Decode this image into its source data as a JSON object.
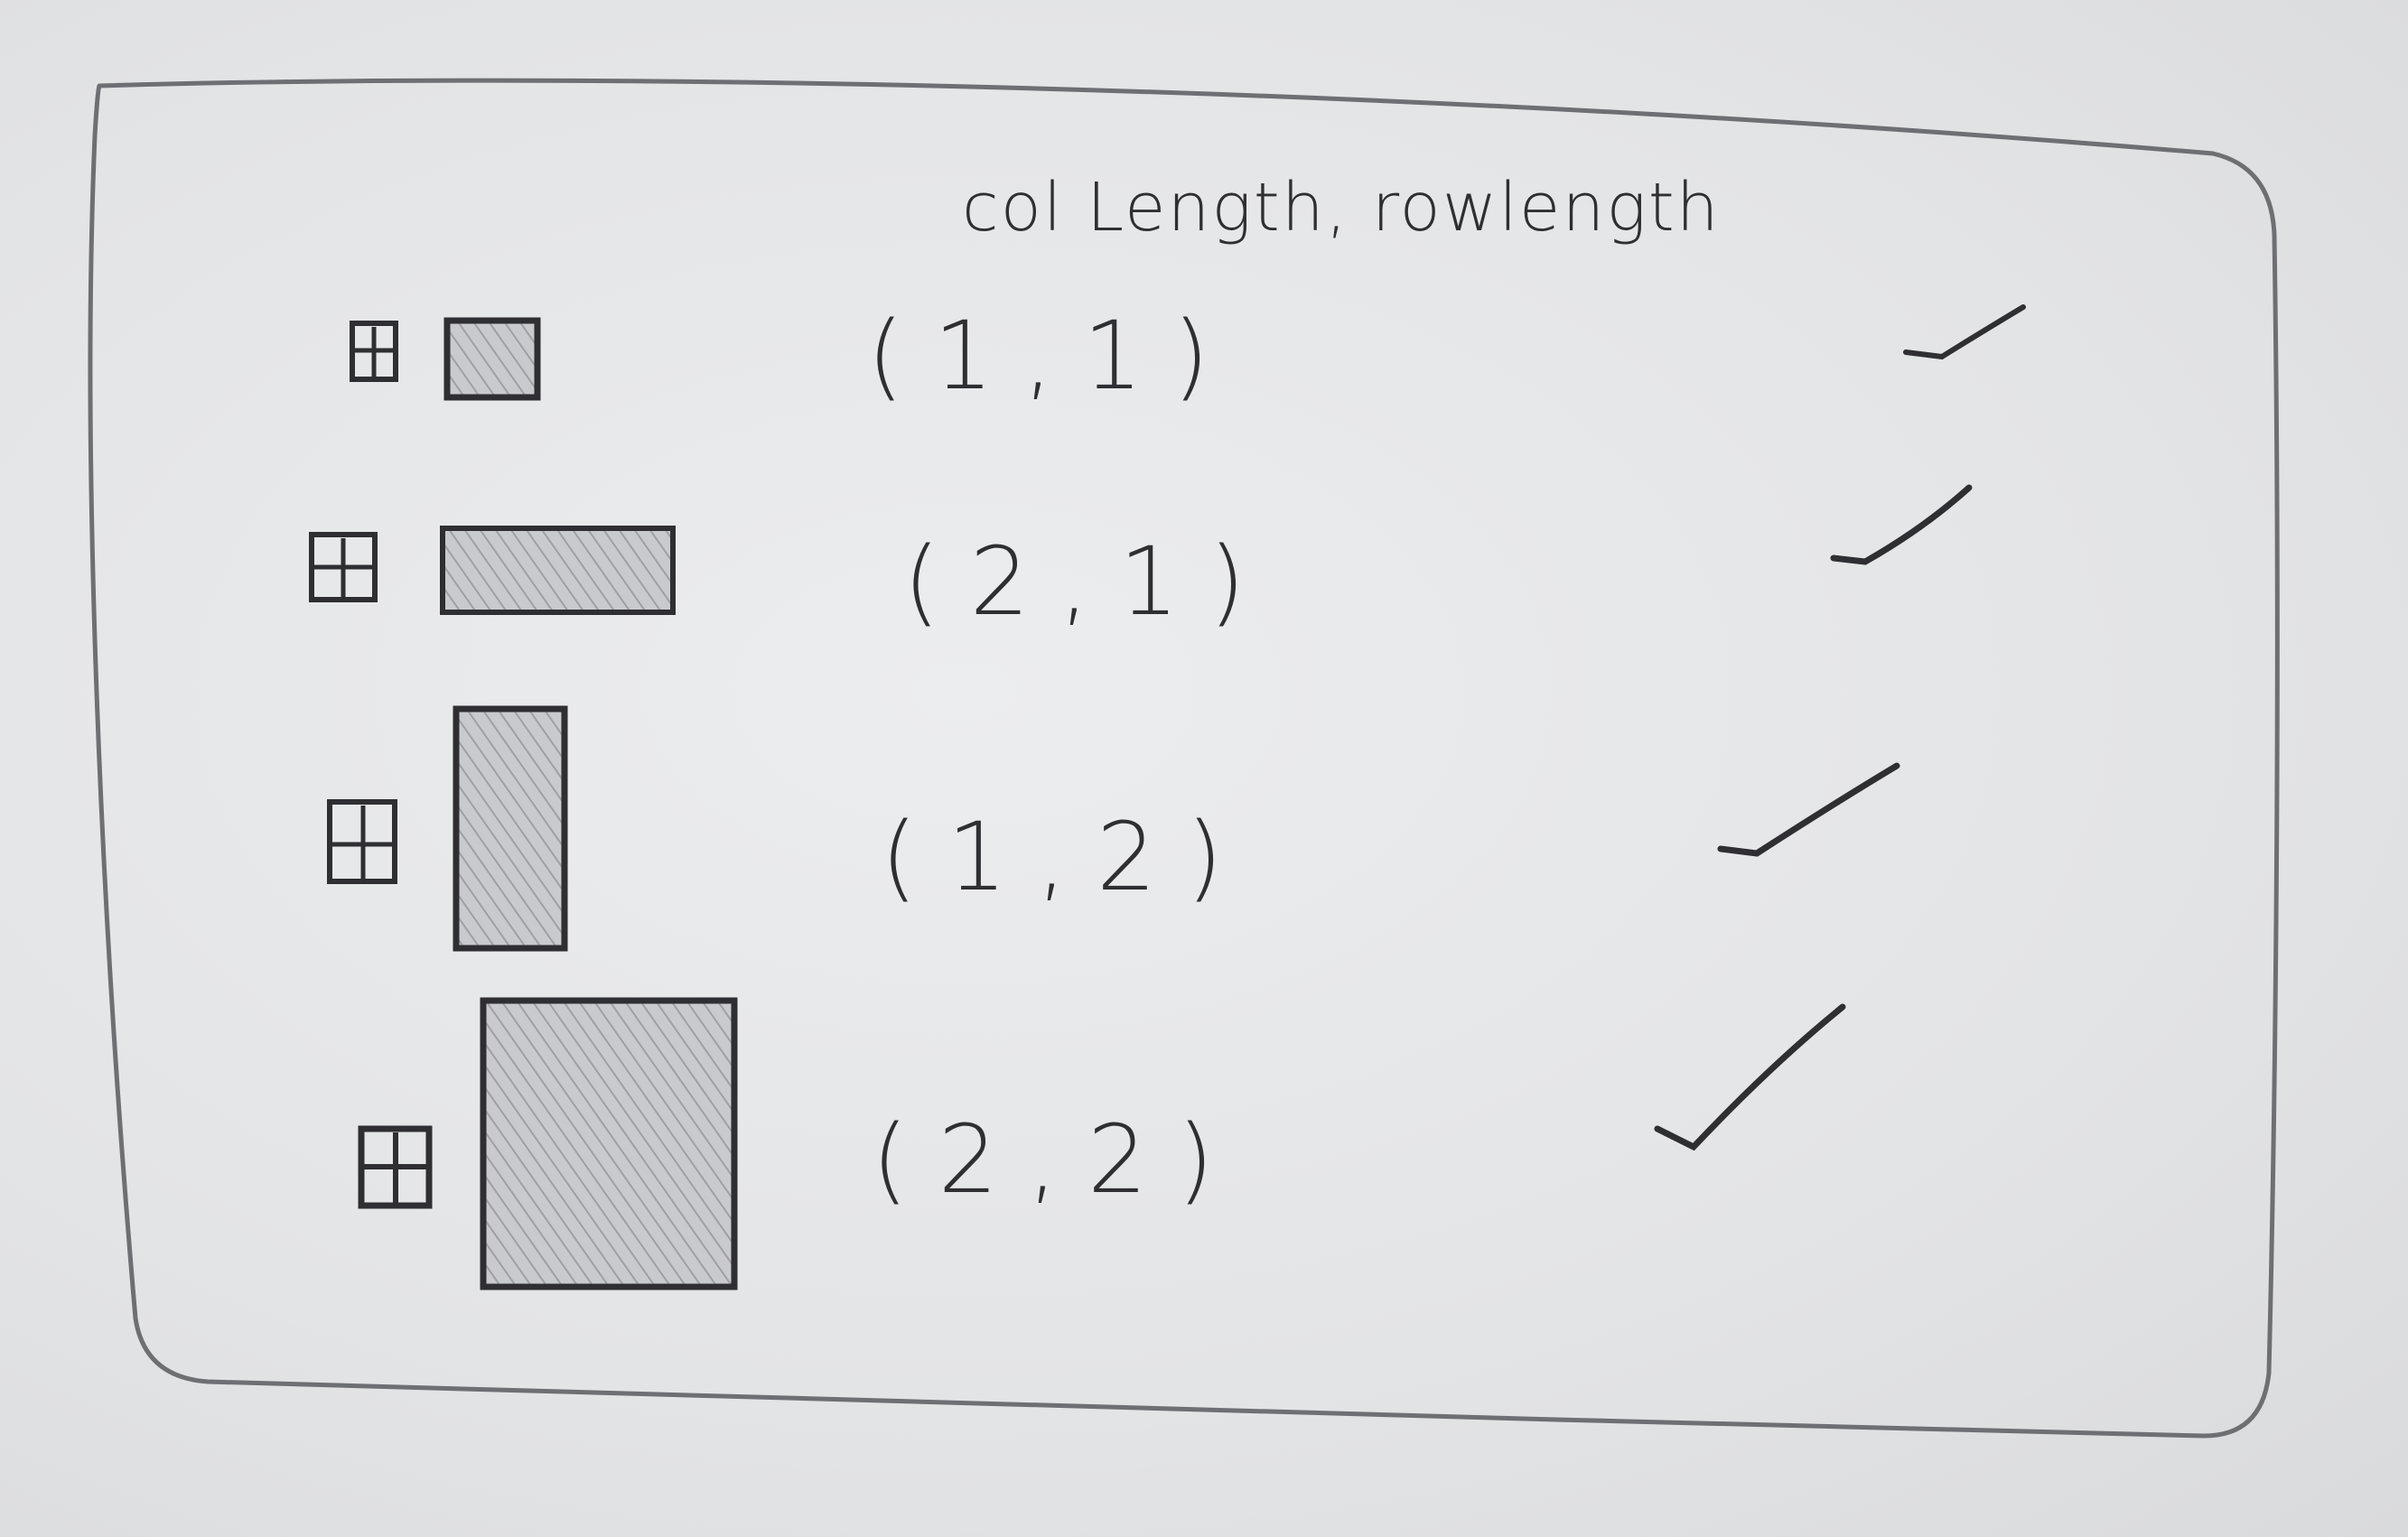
{
  "header": {
    "text": "col Length, rowlength"
  },
  "rows": [
    {
      "shape": "small-square",
      "tuple_text": "( 1 , 1 )",
      "col_length": 1,
      "row_length": 1,
      "status": "checked"
    },
    {
      "shape": "wide-rectangle",
      "tuple_text": "( 2 , 1 )",
      "col_length": 2,
      "row_length": 1,
      "status": "checked"
    },
    {
      "shape": "tall-rectangle",
      "tuple_text": "( 1 , 2 )",
      "col_length": 1,
      "row_length": 2,
      "status": "checked"
    },
    {
      "shape": "large-square",
      "tuple_text": "( 2 , 2 )",
      "col_length": 2,
      "row_length": 2,
      "status": "checked"
    }
  ],
  "colors": {
    "ink": "#2f2f33",
    "paper": "#e4e5e7",
    "shade": "#a9aaae"
  }
}
